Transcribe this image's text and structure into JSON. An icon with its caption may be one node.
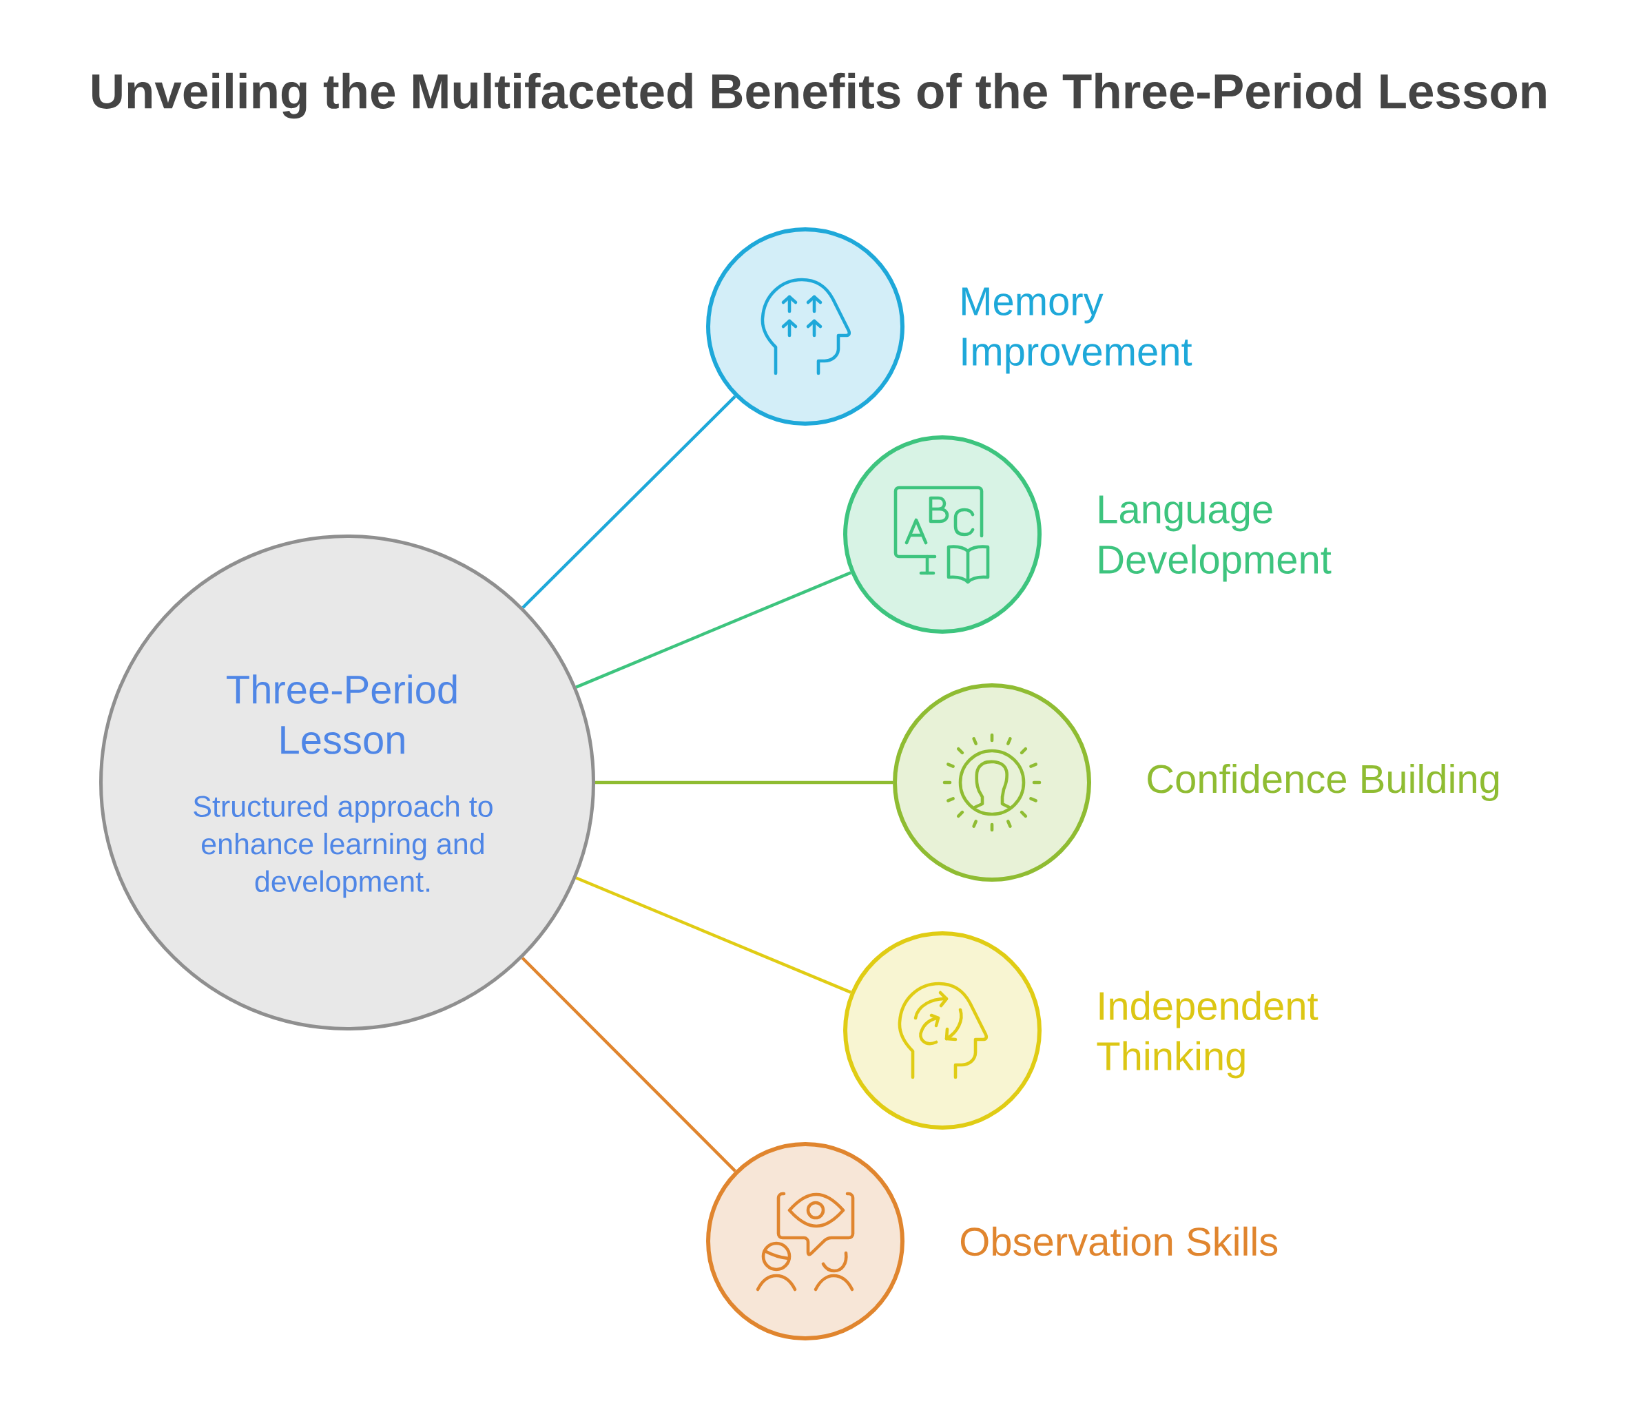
{
  "diagram": {
    "title": "Unveiling the Multifaceted Benefits of the Three-Period Lesson",
    "nodes": [
      {
        "text": [
          "Three-Period Lesson",
          "Structured approach to enhance learning and development."
        ]
      },
      {
        "text": [
          "Memory Improvement"
        ]
      },
      {
        "text": [
          "Language Development"
        ]
      },
      {
        "text": [
          "Confidence Building"
        ]
      },
      {
        "text": [
          "Independent Thinking"
        ]
      },
      {
        "text": [
          "Observation Skills"
        ]
      }
    ],
    "edges": [
      {
        "from": 0,
        "to": 1,
        "arrow": "none",
        "color": "#1ea8d9"
      },
      {
        "from": 0,
        "to": 2,
        "arrow": "none",
        "color": "#3dc47e"
      },
      {
        "from": 0,
        "to": 3,
        "arrow": "none",
        "color": "#8fbc32"
      },
      {
        "from": 0,
        "to": 4,
        "arrow": "none",
        "color": "#e0cc14"
      },
      {
        "from": 0,
        "to": 5,
        "arrow": "none",
        "color": "#e0852e"
      }
    ]
  }
}
